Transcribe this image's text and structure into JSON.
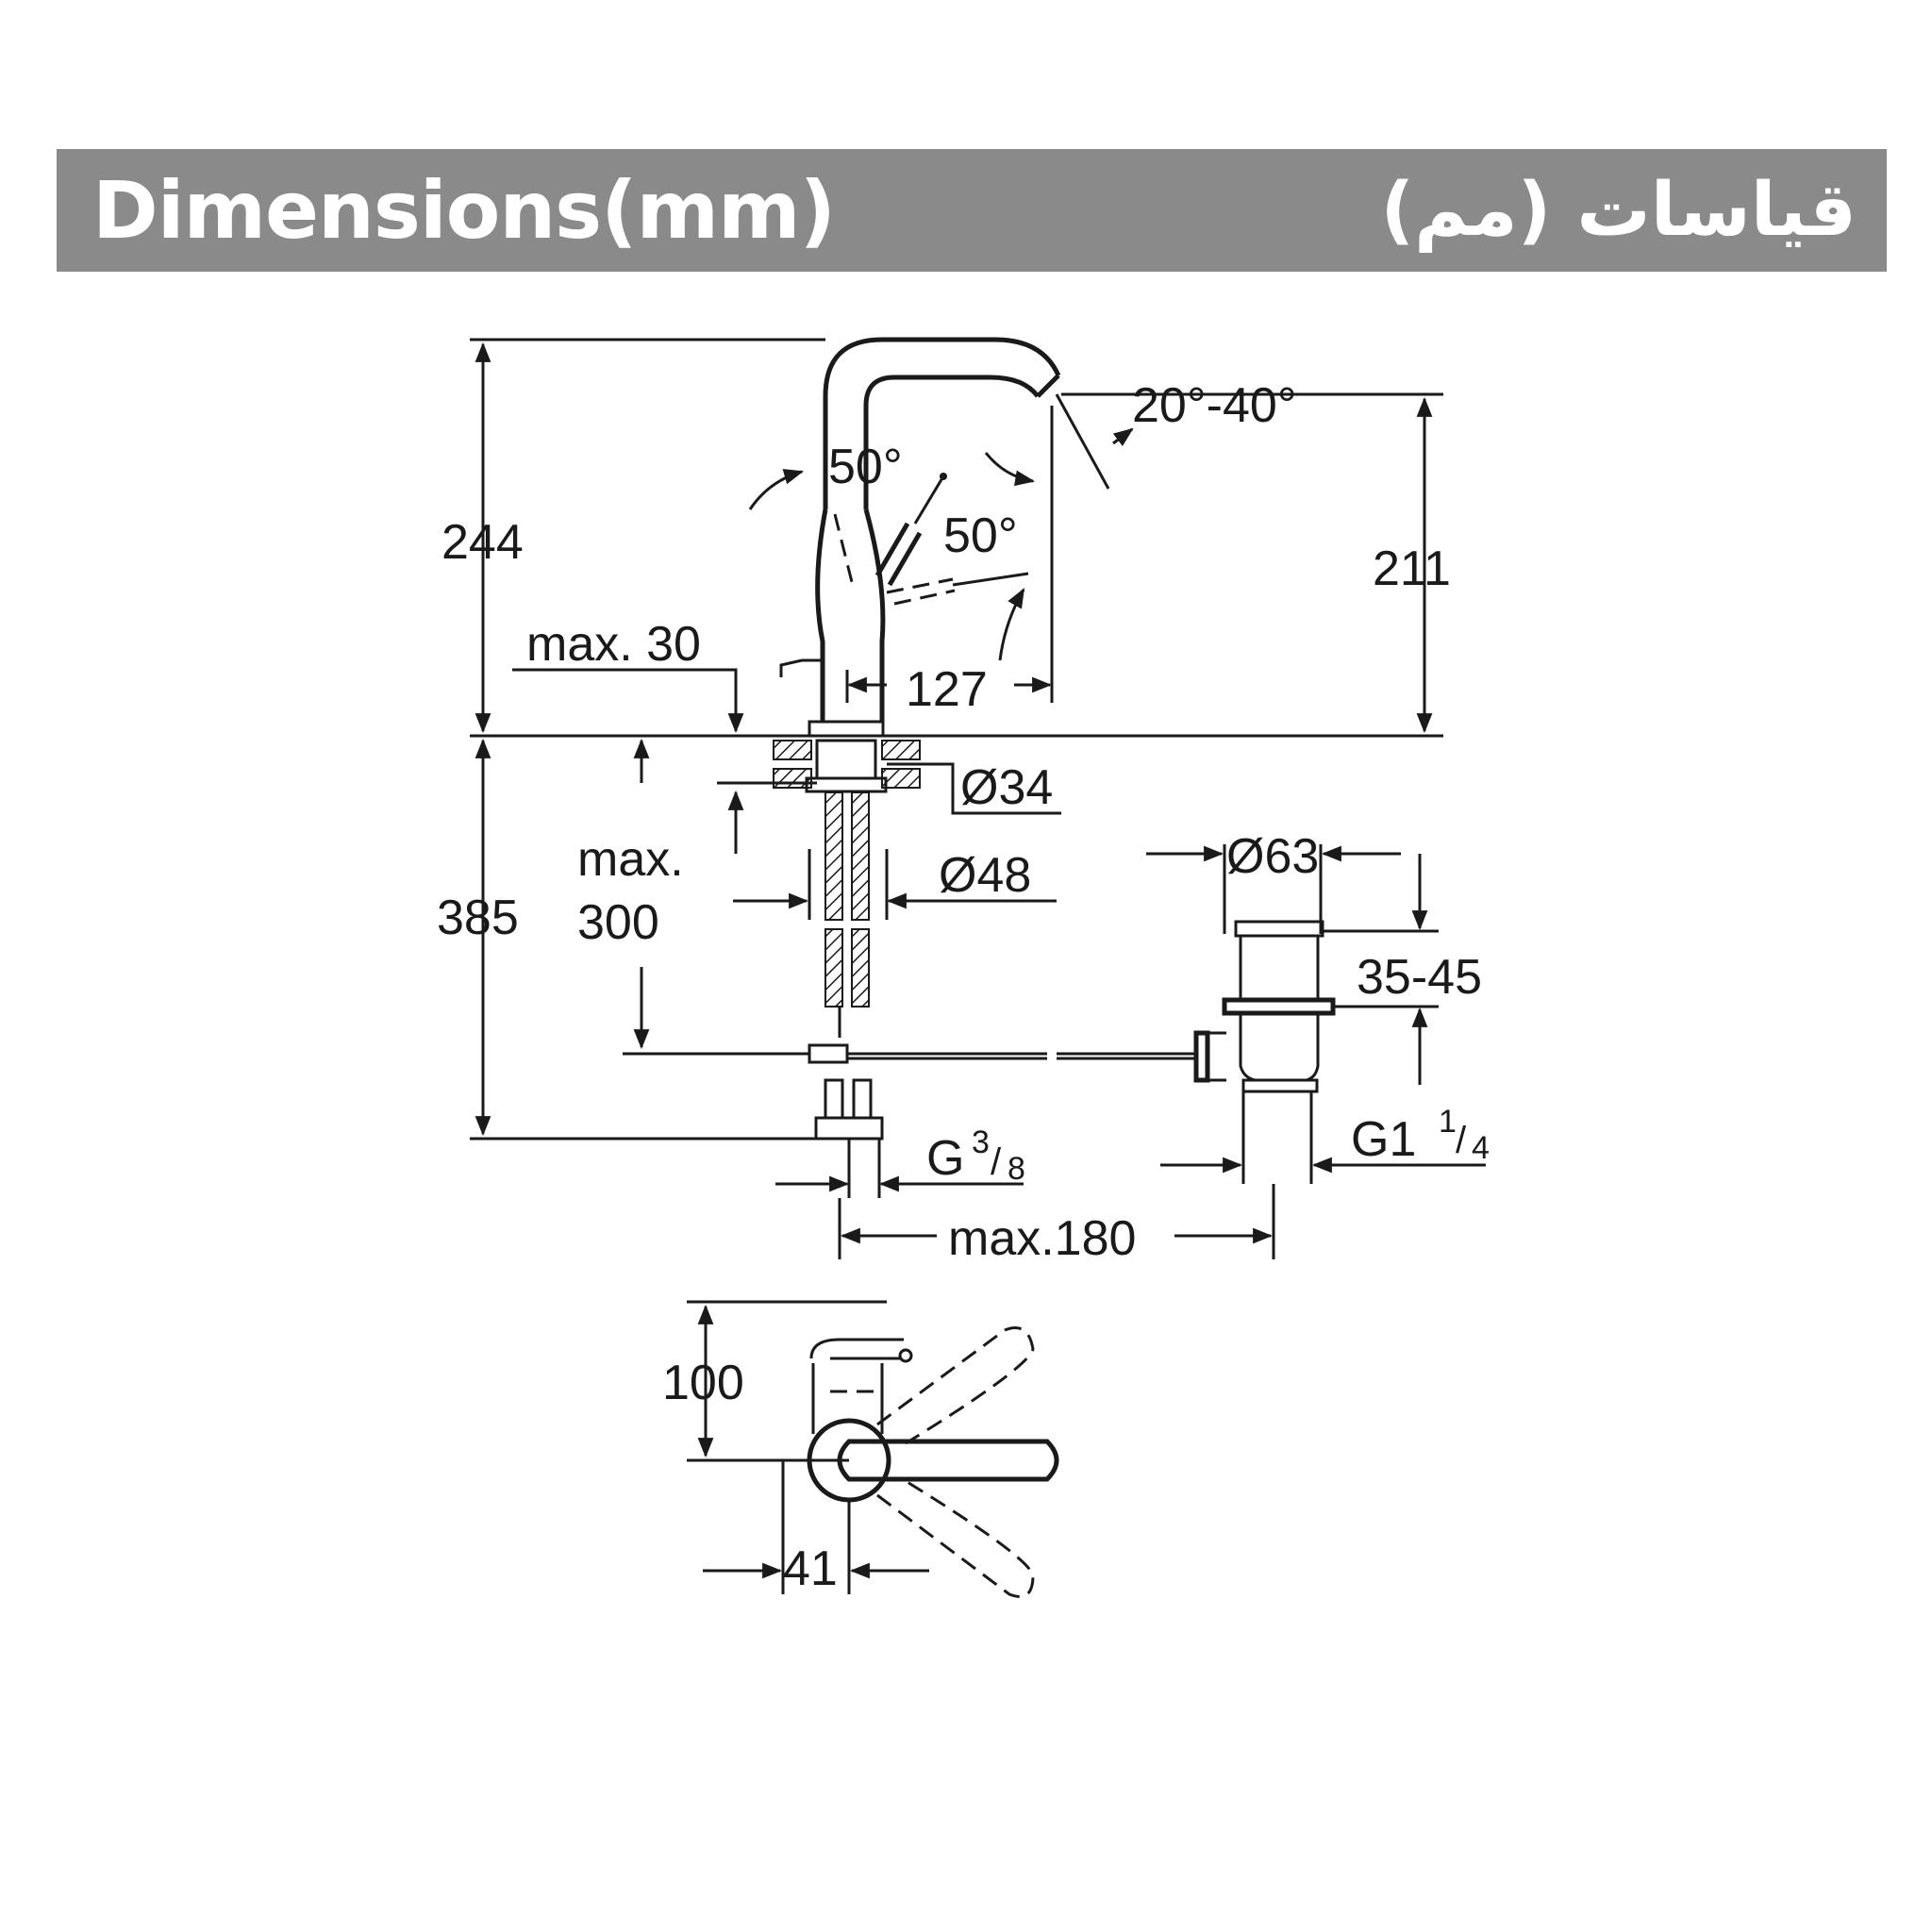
{
  "header": {
    "title_en": "Dimensions(mm)",
    "title_ar": "قياسات (مم)",
    "bar_color": "#8a8a8a"
  },
  "dimensions": {
    "height_total": "244",
    "spout_height": "211",
    "lever_angle_left": "50°",
    "lever_angle_right": "50°",
    "spout_angle": "20°-40°",
    "deck_max": "max. 30",
    "spout_reach": "127",
    "hole_diameter": "Ø34",
    "max_300_line1": "max.",
    "max_300_line2": "300",
    "body_diameter": "Ø48",
    "below_deck": "385",
    "waste_diameter": "Ø63",
    "waste_range": "35-45",
    "connection_g": "G",
    "connection_g_num": "3",
    "connection_g_den": "8",
    "waste_g": "G1",
    "waste_g_num": "1",
    "waste_g_den": "4",
    "max_180": "max.180",
    "top_view_depth": "100",
    "top_view_offset": "41"
  }
}
